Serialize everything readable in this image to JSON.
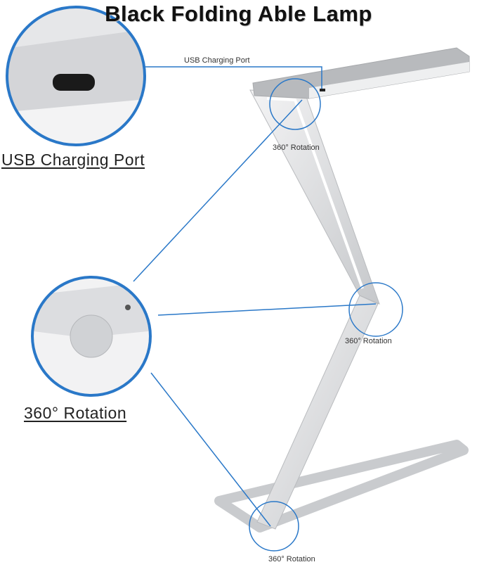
{
  "title": "Black Folding Able Lamp",
  "labels": {
    "usb_big": "USB Charging Port",
    "rotation_big": "360° Rotation",
    "usb_small": "USB Charging Port",
    "rotation_top": "360° Rotation",
    "rotation_middle": "360° Rotation",
    "rotation_bottom": "360° Rotation"
  },
  "colors": {
    "accent": "#2a78c8",
    "metal": "#d8d9db",
    "text": "#222222"
  }
}
